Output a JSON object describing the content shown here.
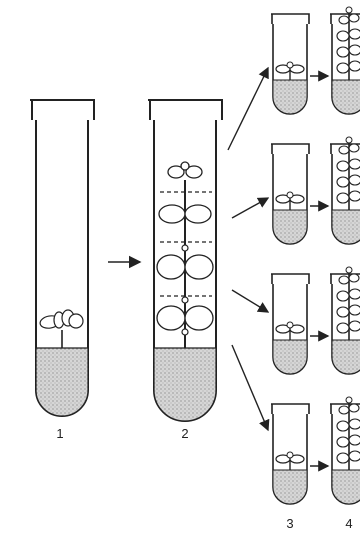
{
  "labels": {
    "tube_1": "1",
    "tube_2": "2",
    "column_3": "3",
    "column_4": "4"
  },
  "colors": {
    "ink": "#222222",
    "medium_fill": "#cfcfcf",
    "background": "#ffffff"
  }
}
